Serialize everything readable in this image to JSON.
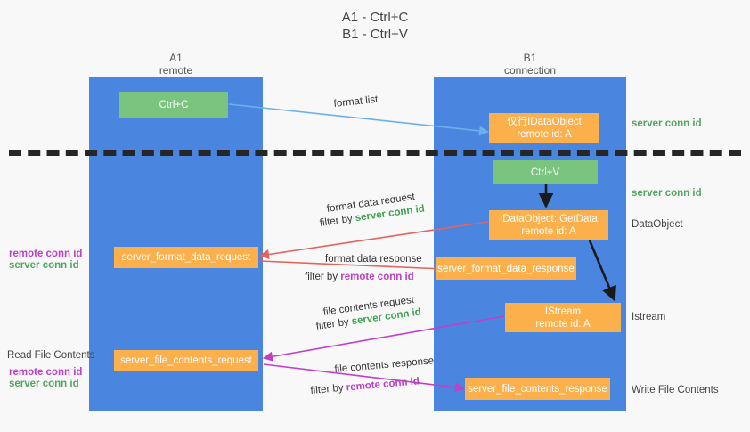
{
  "title": {
    "line1": "A1 - Ctrl+C",
    "line2": "B1 - Ctrl+V"
  },
  "columns": [
    {
      "name": "A1",
      "role": "remote"
    },
    {
      "name": "B1",
      "role": "connection"
    }
  ],
  "colors": {
    "lane": "#4a86e0",
    "green_box": "#7ac57e",
    "orange_box": "#fcb04c",
    "server_conn_id": "#54a362",
    "remote_conn_id": "#bb41c4",
    "arrow_blue": "#6bb0e8",
    "arrow_red": "#e2645f",
    "arrow_purple": "#c23fc8",
    "arrow_black": "#1a1a1a",
    "dash_line": "#262626",
    "background": "#f8f8f8"
  },
  "nodes": {
    "ctrl_c": {
      "label": "Ctrl+C"
    },
    "ctrl_v": {
      "label": "Ctrl+V"
    },
    "idataobject": {
      "line1": "仅行IDataObject",
      "line2": "remote id: A"
    },
    "getdata": {
      "line1": "IDataObject::GetData",
      "line2": "remote id: A"
    },
    "istream": {
      "line1": "IStream",
      "line2": "remote id: A"
    },
    "server_format_data_request": {
      "label": "server_format_data_request"
    },
    "server_format_data_response": {
      "label": "server_format_data_response"
    },
    "server_file_contents_request": {
      "label": "server_file_contents_request"
    },
    "server_file_contents_response": {
      "label": "server_file_contents_response"
    }
  },
  "edge_labels": {
    "format_list": "format list",
    "format_data_request": "format data request",
    "format_data_request_filter_pre": "filter by ",
    "format_data_request_filter_key": "server conn id",
    "format_data_response": "format data response",
    "format_data_response_filter_pre": "filter by ",
    "format_data_response_filter_key": "remote conn id",
    "file_contents_request": "file contents request",
    "file_contents_request_filter_pre": "filter by ",
    "file_contents_request_filter_key": "server conn id",
    "file_contents_response": "file contents response",
    "file_contents_response_filter_pre": "filter by ",
    "file_contents_response_filter_key": "remote conn id"
  },
  "annotations": {
    "right_server_conn_id_top": "server conn id",
    "right_server_conn_id_mid": "server conn id",
    "right_dataobject": "DataObject",
    "right_istream": "Istream",
    "right_write_file_contents": "Write File Contents",
    "left_remote_conn_id_1": "remote conn id",
    "left_server_conn_id_1": "server conn id",
    "left_read_file_contents": "Read File Contents",
    "left_remote_conn_id_2": "remote conn id",
    "left_server_conn_id_2": "server conn id"
  }
}
